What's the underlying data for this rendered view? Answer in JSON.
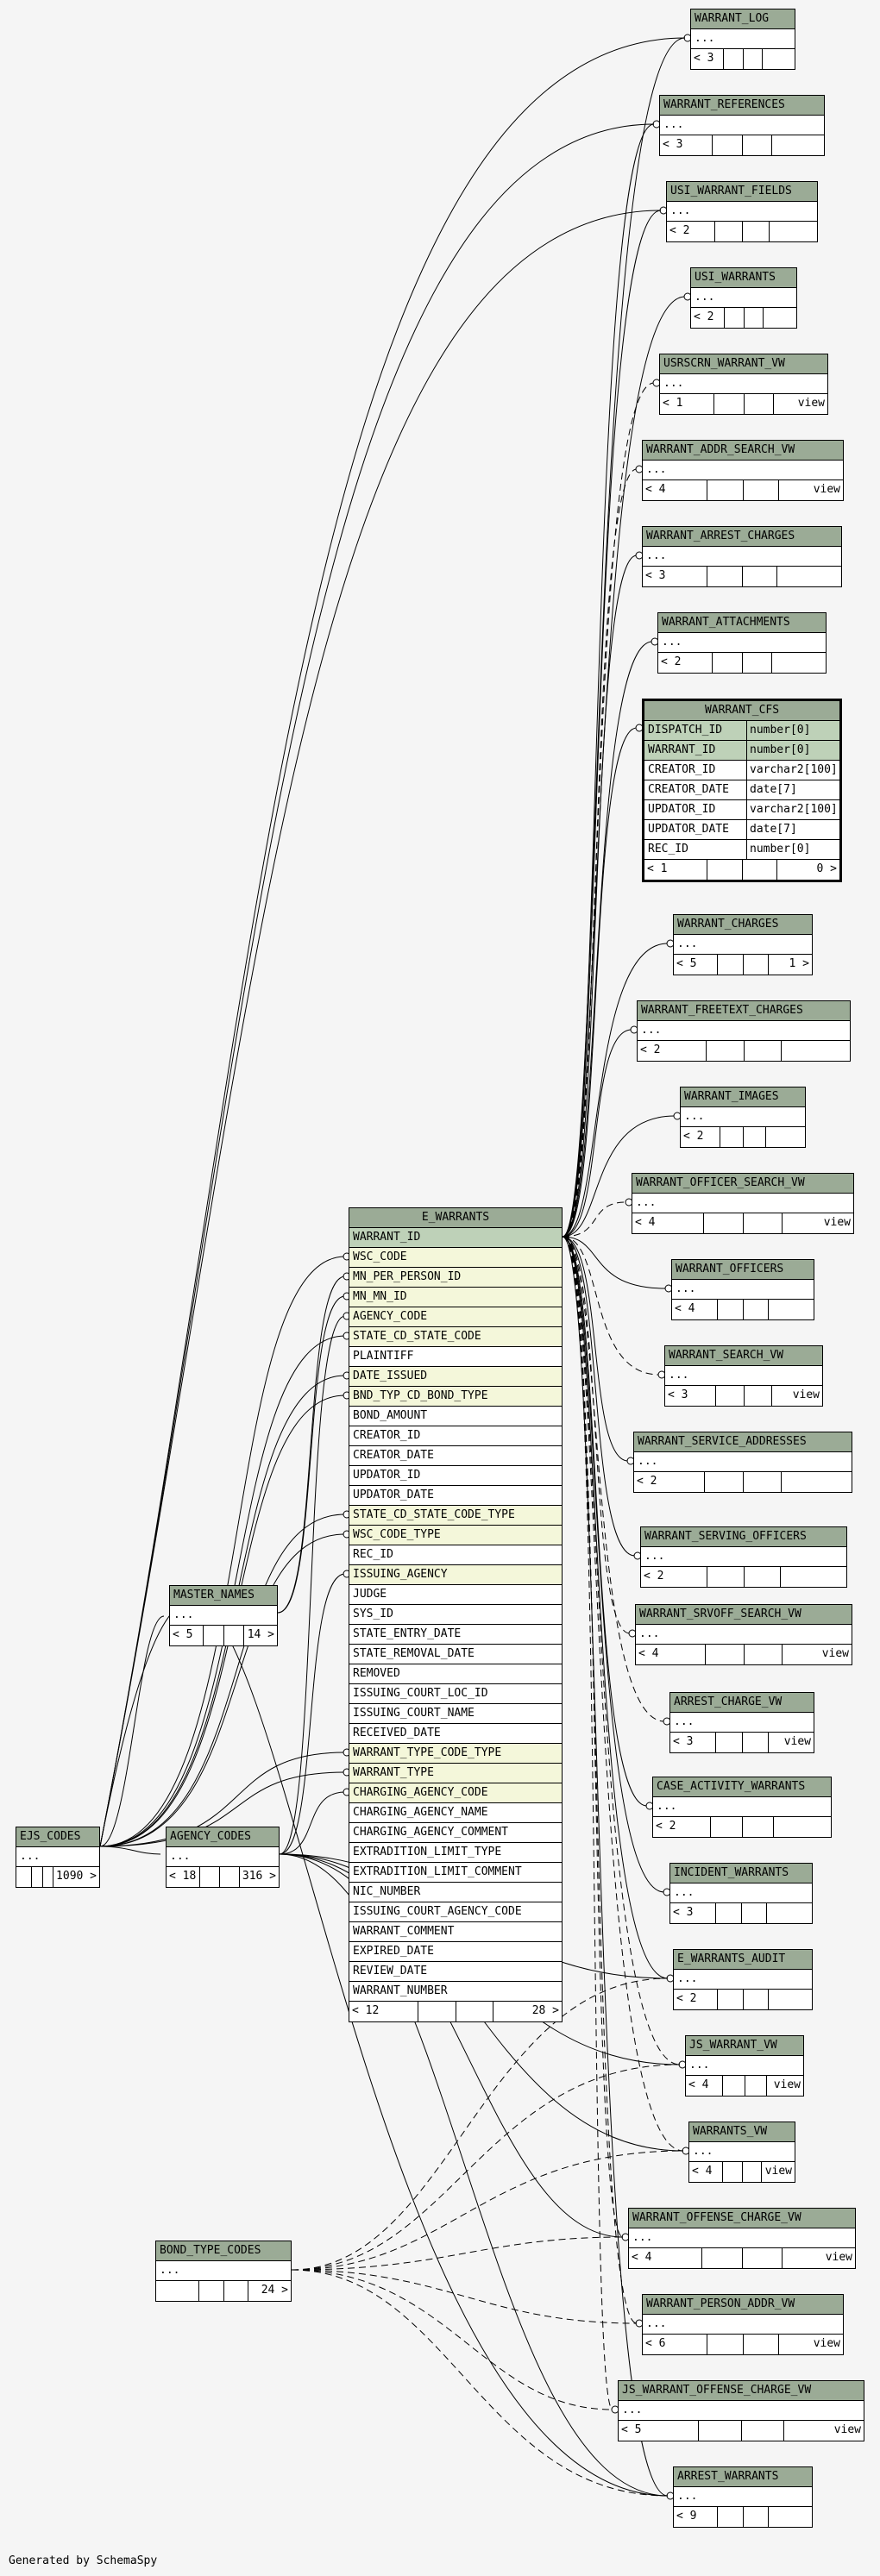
{
  "footer": "Generated by SchemaSpy",
  "colors": {
    "header": "#9bab96",
    "key_column": "#f4f7da",
    "pk_column": "#bed1b8",
    "edge": "#000000"
  },
  "tables": {
    "warrant_log": {
      "name": "WARRANT_LOG",
      "more": "...",
      "footer": [
        "< 3",
        "",
        "",
        ""
      ]
    },
    "warrant_references": {
      "name": "WARRANT_REFERENCES",
      "more": "...",
      "footer": [
        "< 3",
        "",
        "",
        ""
      ]
    },
    "usi_warrant_fields": {
      "name": "USI_WARRANT_FIELDS",
      "more": "...",
      "footer": [
        "< 2",
        "",
        "",
        ""
      ]
    },
    "usi_warrants": {
      "name": "USI_WARRANTS",
      "more": "...",
      "footer": [
        "< 2",
        "",
        "",
        ""
      ]
    },
    "usrscrn_warrant_vw": {
      "name": "USRSCRN_WARRANT_VW",
      "more": "...",
      "footer": [
        "< 1",
        "",
        "",
        "view"
      ]
    },
    "warrant_addr_search_vw": {
      "name": "WARRANT_ADDR_SEARCH_VW",
      "more": "...",
      "footer": [
        "< 4",
        "",
        "",
        "view"
      ]
    },
    "warrant_arrest_charges": {
      "name": "WARRANT_ARREST_CHARGES",
      "more": "...",
      "footer": [
        "< 3",
        "",
        "",
        ""
      ]
    },
    "warrant_attachments": {
      "name": "WARRANT_ATTACHMENTS",
      "more": "...",
      "footer": [
        "< 2",
        "",
        "",
        ""
      ]
    },
    "warrant_cfs": {
      "name": "WARRANT_CFS",
      "columns": [
        {
          "name": "DISPATCH_ID",
          "type": "number[0]"
        },
        {
          "name": "WARRANT_ID",
          "type": "number[0]"
        },
        {
          "name": "CREATOR_ID",
          "type": "varchar2[100]"
        },
        {
          "name": "CREATOR_DATE",
          "type": "date[7]"
        },
        {
          "name": "UPDATOR_ID",
          "type": "varchar2[100]"
        },
        {
          "name": "UPDATOR_DATE",
          "type": "date[7]"
        },
        {
          "name": "REC_ID",
          "type": "number[0]"
        }
      ],
      "footer": [
        "< 1",
        "",
        "",
        "0 >"
      ]
    },
    "warrant_charges": {
      "name": "WARRANT_CHARGES",
      "more": "...",
      "footer": [
        "< 5",
        "",
        "",
        "1 >"
      ]
    },
    "warrant_freetext_charges": {
      "name": "WARRANT_FREETEXT_CHARGES",
      "more": "...",
      "footer": [
        "< 2",
        "",
        "",
        ""
      ]
    },
    "warrant_images": {
      "name": "WARRANT_IMAGES",
      "more": "...",
      "footer": [
        "< 2",
        "",
        "",
        ""
      ]
    },
    "warrant_officer_search_vw": {
      "name": "WARRANT_OFFICER_SEARCH_VW",
      "more": "...",
      "footer": [
        "< 4",
        "",
        "",
        "view"
      ]
    },
    "warrant_officers": {
      "name": "WARRANT_OFFICERS",
      "more": "...",
      "footer": [
        "< 4",
        "",
        "",
        ""
      ]
    },
    "warrant_search_vw": {
      "name": "WARRANT_SEARCH_VW",
      "more": "...",
      "footer": [
        "< 3",
        "",
        "",
        "view"
      ]
    },
    "warrant_service_addresses": {
      "name": "WARRANT_SERVICE_ADDRESSES",
      "more": "...",
      "footer": [
        "< 2",
        "",
        "",
        ""
      ]
    },
    "warrant_serving_officers": {
      "name": "WARRANT_SERVING_OFFICERS",
      "more": "...",
      "footer": [
        "< 2",
        "",
        "",
        ""
      ]
    },
    "warrant_srvoff_search_vw": {
      "name": "WARRANT_SRVOFF_SEARCH_VW",
      "more": "...",
      "footer": [
        "< 4",
        "",
        "",
        "view"
      ]
    },
    "arrest_charge_vw": {
      "name": "ARREST_CHARGE_VW",
      "more": "...",
      "footer": [
        "< 3",
        "",
        "",
        "view"
      ]
    },
    "case_activity_warrants": {
      "name": "CASE_ACTIVITY_WARRANTS",
      "more": "...",
      "footer": [
        "< 2",
        "",
        "",
        ""
      ]
    },
    "incident_warrants": {
      "name": "INCIDENT_WARRANTS",
      "more": "...",
      "footer": [
        "< 3",
        "",
        "",
        ""
      ]
    },
    "e_warrants_audit": {
      "name": "E_WARRANTS_AUDIT",
      "more": "...",
      "footer": [
        "< 2",
        "",
        "",
        ""
      ]
    },
    "js_warrant_vw": {
      "name": "JS_WARRANT_VW",
      "more": "...",
      "footer": [
        "< 4",
        "",
        "",
        "view"
      ]
    },
    "warrants_vw": {
      "name": "WARRANTS_VW",
      "more": "...",
      "footer": [
        "< 4",
        "",
        "",
        "view"
      ]
    },
    "warrant_offense_charge_vw": {
      "name": "WARRANT_OFFENSE_CHARGE_VW",
      "more": "...",
      "footer": [
        "< 4",
        "",
        "",
        "view"
      ]
    },
    "warrant_person_addr_vw": {
      "name": "WARRANT_PERSON_ADDR_VW",
      "more": "...",
      "footer": [
        "< 6",
        "",
        "",
        "view"
      ]
    },
    "js_warrant_offense_charge_vw": {
      "name": "JS_WARRANT_OFFENSE_CHARGE_VW",
      "more": "...",
      "footer": [
        "< 5",
        "",
        "",
        "view"
      ]
    },
    "arrest_warrants": {
      "name": "ARREST_WARRANTS",
      "more": "...",
      "footer": [
        "< 9",
        "",
        "",
        ""
      ]
    },
    "e_warrants": {
      "name": "E_WARRANTS",
      "columns": [
        "WARRANT_ID",
        "WSC_CODE",
        "MN_PER_PERSON_ID",
        "MN_MN_ID",
        "AGENCY_CODE",
        "STATE_CD_STATE_CODE",
        "PLAINTIFF",
        "DATE_ISSUED",
        "BND_TYP_CD_BOND_TYPE",
        "BOND_AMOUNT",
        "CREATOR_ID",
        "CREATOR_DATE",
        "UPDATOR_ID",
        "UPDATOR_DATE",
        "STATE_CD_STATE_CODE_TYPE",
        "WSC_CODE_TYPE",
        "REC_ID",
        "ISSUING_AGENCY",
        "JUDGE",
        "SYS_ID",
        "STATE_ENTRY_DATE",
        "STATE_REMOVAL_DATE",
        "REMOVED",
        "ISSUING_COURT_LOC_ID",
        "ISSUING_COURT_NAME",
        "RECEIVED_DATE",
        "WARRANT_TYPE_CODE_TYPE",
        "WARRANT_TYPE",
        "CHARGING_AGENCY_CODE",
        "CHARGING_AGENCY_NAME",
        "CHARGING_AGENCY_COMMENT",
        "EXTRADITION_LIMIT_TYPE",
        "EXTRADITION_LIMIT_COMMENT",
        "NIC_NUMBER",
        "ISSUING_COURT_AGENCY_CODE",
        "WARRANT_COMMENT",
        "EXPIRED_DATE",
        "REVIEW_DATE",
        "WARRANT_NUMBER"
      ],
      "footer": [
        "< 12",
        "",
        "",
        "28 >"
      ]
    },
    "master_names": {
      "name": "MASTER_NAMES",
      "more": "...",
      "footer": [
        "< 5",
        "",
        "",
        "14 >"
      ]
    },
    "agency_codes": {
      "name": "AGENCY_CODES",
      "more": "...",
      "footer": [
        "< 18",
        "",
        "",
        "316 >"
      ]
    },
    "ejs_codes": {
      "name": "EJS_CODES",
      "more": "...",
      "footer": [
        "",
        "",
        "",
        "1090 >"
      ]
    },
    "bond_type_codes": {
      "name": "BOND_TYPE_CODES",
      "more": "...",
      "footer": [
        "",
        "",
        "",
        "24 >"
      ]
    }
  }
}
